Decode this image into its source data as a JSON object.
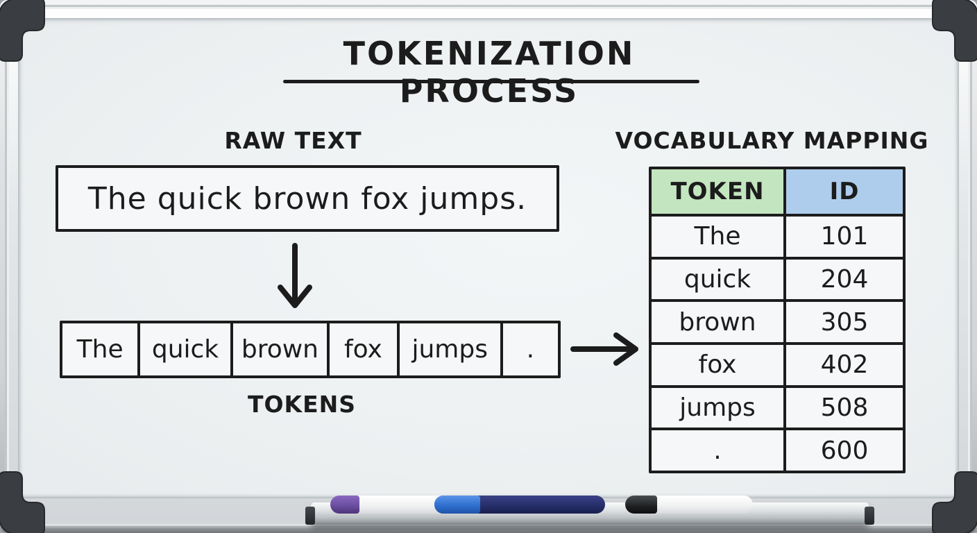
{
  "board": {
    "title": "TOKENIZATION PROCESS",
    "raw_text": {
      "label": "RAW TEXT",
      "sentence": "The quick brown fox jumps."
    },
    "tokens": {
      "label": "TOKENS",
      "items": [
        "The",
        "quick",
        "brown",
        "fox",
        "jumps",
        "."
      ]
    },
    "vocabulary": {
      "label": "VOCABULARY MAPPING",
      "columns": [
        "TOKEN",
        "ID"
      ],
      "rows": [
        {
          "token": "The",
          "id": "101"
        },
        {
          "token": "quick",
          "id": "204"
        },
        {
          "token": "brown",
          "id": "305"
        },
        {
          "token": "fox",
          "id": "402"
        },
        {
          "token": "jumps",
          "id": "508"
        },
        {
          "token": ".",
          "id": "600"
        }
      ]
    }
  },
  "colors": {
    "ink": "#1c1c1c",
    "board_surface": "#eef1f2",
    "token_header_bg": "#c3e5bf",
    "id_header_bg": "#aecdec",
    "frame_metal": "#d7dadd",
    "corner_cap": "#3a3d41",
    "marker_purple_cap": "#6b4fa0",
    "marker_blue_cap": "#2f6fd0",
    "marker_navy_body": "#272f6b",
    "marker_black_cap": "#1e2022"
  }
}
